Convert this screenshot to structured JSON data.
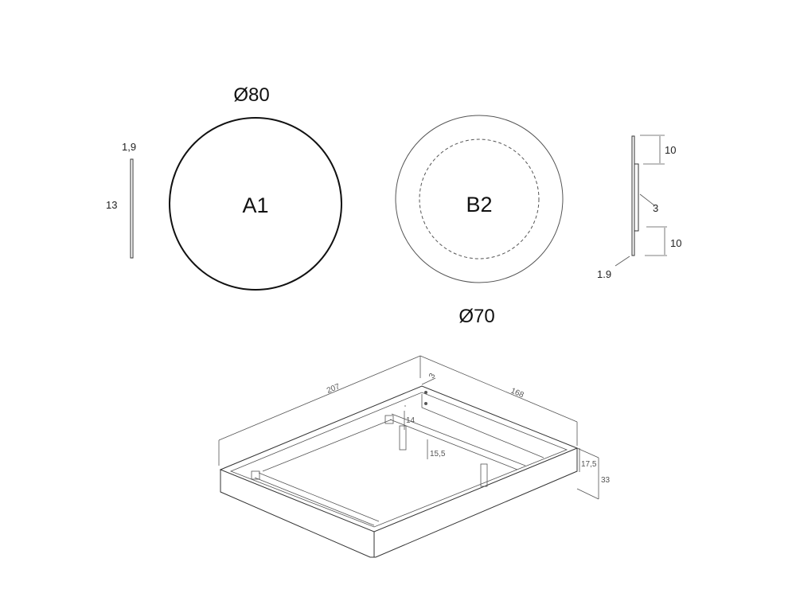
{
  "mirror_a": {
    "name": "A1",
    "diameter_label": "Ø80",
    "thickness_label": "1,9",
    "height_label": "13"
  },
  "mirror_b": {
    "name": "B2",
    "diameter_label": "Ø70",
    "top_offset_label": "10",
    "bottom_offset_label": "10",
    "backing_label": "3",
    "thickness_label": "1.9"
  },
  "bed": {
    "length_label": "207",
    "width_label": "168",
    "rail_label": "3",
    "inner_height_label": "14",
    "leg_height_label": "15,5",
    "frame_height_label": "17,5",
    "total_height_label": "33"
  }
}
